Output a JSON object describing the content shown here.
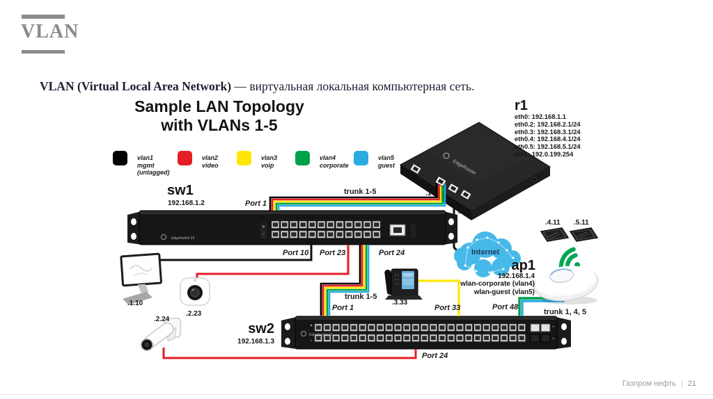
{
  "slide": {
    "title": "VLAN"
  },
  "subtitle": {
    "term": "VLAN (Virtual Local Area Network)",
    "definition": " — виртуальная локальная компьютерная сеть."
  },
  "diagram": {
    "title_line1": "Sample LAN Topology",
    "title_line2": "with VLANs 1-5",
    "legend": [
      {
        "color": "#000000",
        "lines": [
          "vlan1",
          "mgmt",
          "(untagged)"
        ]
      },
      {
        "color": "#e31e25",
        "lines": [
          "vlan2",
          "video"
        ]
      },
      {
        "color": "#ffe600",
        "lines": [
          "vlan3",
          "voip"
        ]
      },
      {
        "color": "#00a14b",
        "lines": [
          "vlan4",
          "corporate"
        ]
      },
      {
        "color": "#29abe2",
        "lines": [
          "vlan5",
          "guest"
        ]
      }
    ],
    "devices": {
      "router": {
        "name": "r1",
        "brand": "EdgeRouter",
        "interfaces": [
          "eth0: 192.168.1.1",
          "eth0.2: 192.168.2.1/24",
          "eth0.3: 192.168.3.1/24",
          "eth0.4: 192.168.4.1/24",
          "eth0.5: 192.168.5.1/24",
          "eth1: 192.0.199.254"
        ]
      },
      "sw1": {
        "name": "sw1",
        "ip": "192.168.1.2",
        "brand": "EdgeSwitch 24"
      },
      "sw2": {
        "name": "sw2",
        "ip": "192.168.1.3",
        "brand": "EdgeSwitch 48"
      },
      "ap1": {
        "name": "ap1",
        "ip": "192.168.1.4",
        "wlans": [
          "wlan-corporate (vlan4)",
          "wlan-guest (vlan5)"
        ]
      }
    },
    "labels": {
      "port1_sw1": "Port 1",
      "trunk_sw1_r1": "trunk 1-5",
      "r1_port": ".1",
      "r1_wan": ".254",
      "port10": "Port 10",
      "port23": "Port 23",
      "port24_sw1": "Port 24",
      "trunk_sw1_sw2": "trunk 1-5",
      "port1_sw2": "Port 1",
      "port33": "Port 33",
      "port48": "Port 48",
      "trunk_sw2_ap": "trunk 1, 4, 5",
      "port24_sw2": "Port 24",
      "host_pc": ".1.10",
      "host_cam1": ".2.23",
      "host_cam2": ".2.24",
      "host_phone": ".3.33",
      "host_tab1": ".4.11",
      "host_tab2": ".5.11",
      "internet": "Internet"
    }
  },
  "footer": {
    "company": "Газпром нефть",
    "divider": "|",
    "page": "21"
  }
}
